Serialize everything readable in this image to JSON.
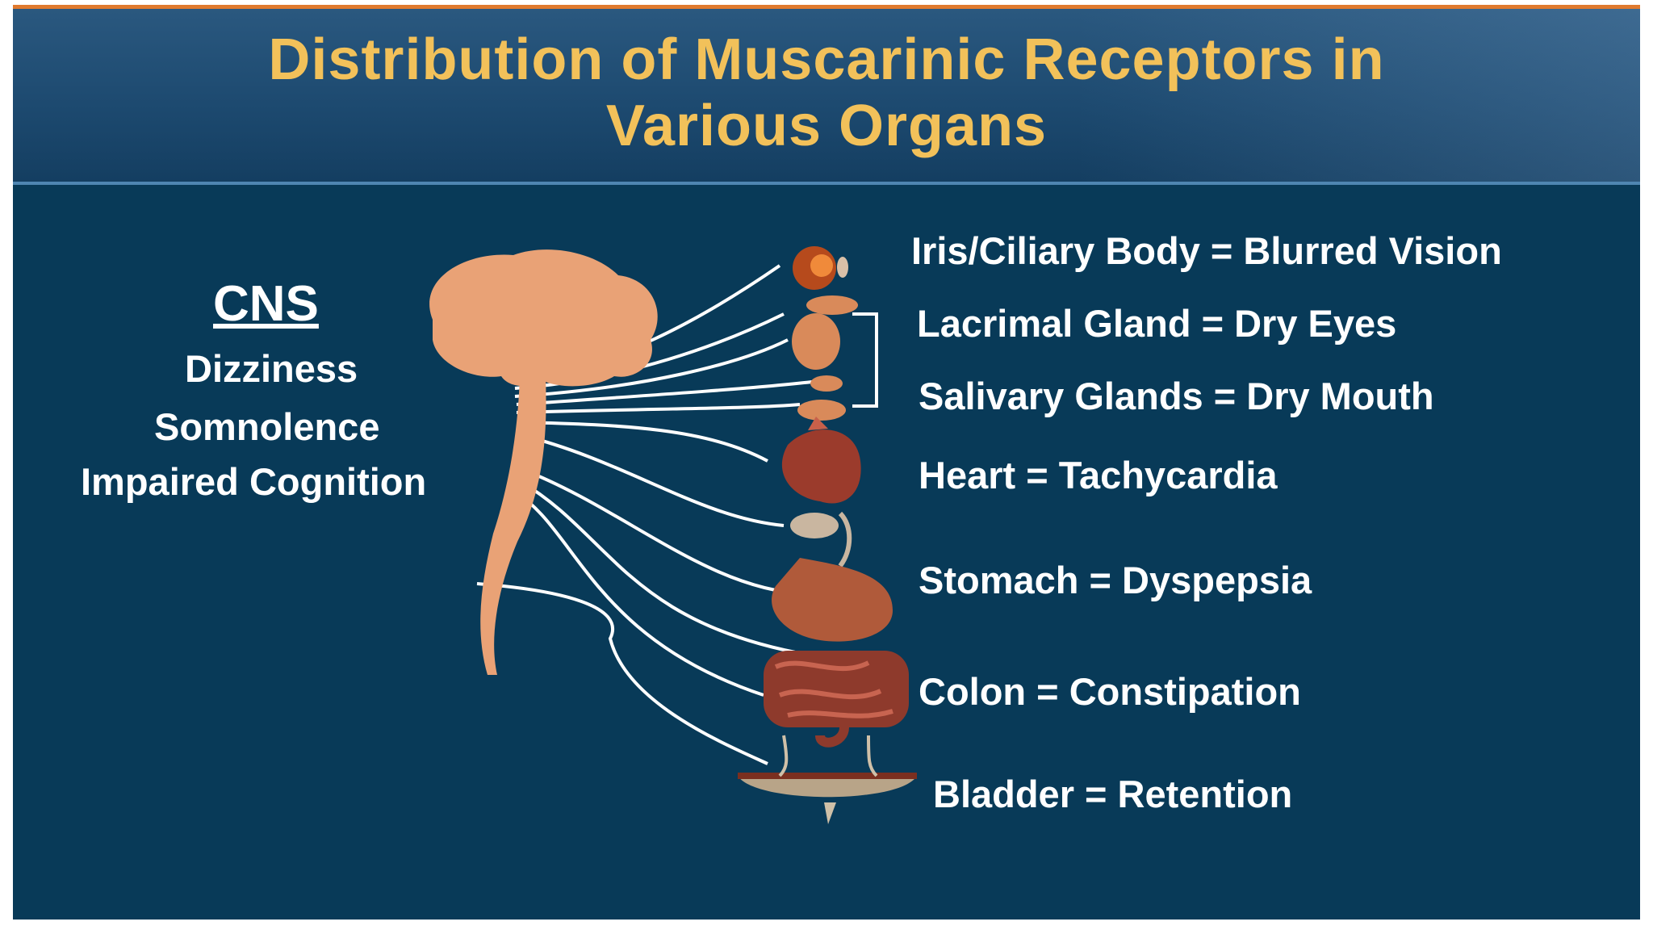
{
  "title": {
    "line1": "Distribution of Muscarinic Receptors in",
    "line2": "Various Organs"
  },
  "cns": {
    "heading": "CNS",
    "effects": [
      "Dizziness",
      "Somnolence",
      "Impaired Cognition"
    ]
  },
  "organs": [
    {
      "label": "Iris/Ciliary Body = Blurred Vision"
    },
    {
      "label": "Lacrimal Gland = Dry Eyes"
    },
    {
      "label": "Salivary Glands = Dry Mouth"
    },
    {
      "label": "Heart = Tachycardia"
    },
    {
      "label": "Stomach = Dyspepsia"
    },
    {
      "label": "Colon = Constipation"
    },
    {
      "label": "Bladder = Retention"
    }
  ],
  "colors": {
    "background": "#083a58",
    "title": "#f2c15a",
    "text": "#ffffff",
    "nerve": "#e9a276",
    "nerve_lines": "#ffffff"
  }
}
